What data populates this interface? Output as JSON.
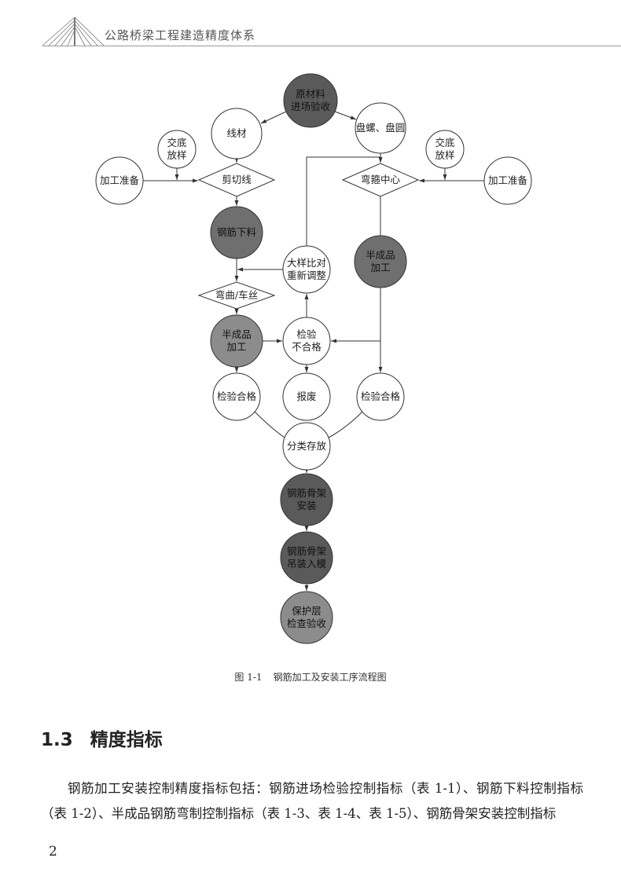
{
  "header": {
    "title": "公路桥梁工程建造精度体系"
  },
  "diagram": {
    "nodes": {
      "raw": "原材料\n进场验收",
      "wire": "线材",
      "coil": "盘螺、盘圆",
      "brief_l": "交底\n放样",
      "brief_r": "交底\n放样",
      "prep_l": "加工准备",
      "prep_r": "加工准备",
      "cut": "剪切线",
      "stirrup": "弯箍中心",
      "blank": "钢筋下料",
      "adjust": "大样比对\n重新调整",
      "semi_r": "半成品\n加工",
      "bend": "弯曲/车丝",
      "semi_l": "半成品\n加工",
      "fail": "检验\n不合格",
      "pass_l": "检验合格",
      "scrap": "报废",
      "pass_r": "检验合格",
      "store": "分类存放",
      "install": "钢筋骨架\n安装",
      "hoist": "钢筋骨架\n吊装入模",
      "cover": "保护层\n检查验收"
    },
    "colors": {
      "dark": "#5a5a5a",
      "mid": "#6f6f6f",
      "light": "#8c8c8c",
      "white": "#ffffff"
    }
  },
  "caption": {
    "number": "图 1-1",
    "text": "钢筋加工及安装工序流程图"
  },
  "section": {
    "number": "1.3",
    "title": "精度指标"
  },
  "paragraph": "钢筋加工安装控制精度指标包括：钢筋进场检验控制指标（表 1-1）、钢筋下料控制指标（表 1-2）、半成品钢筋弯制控制指标（表 1-3、表 1-4、表 1-5）、钢筋骨架安装控制指标",
  "page_number": "2"
}
